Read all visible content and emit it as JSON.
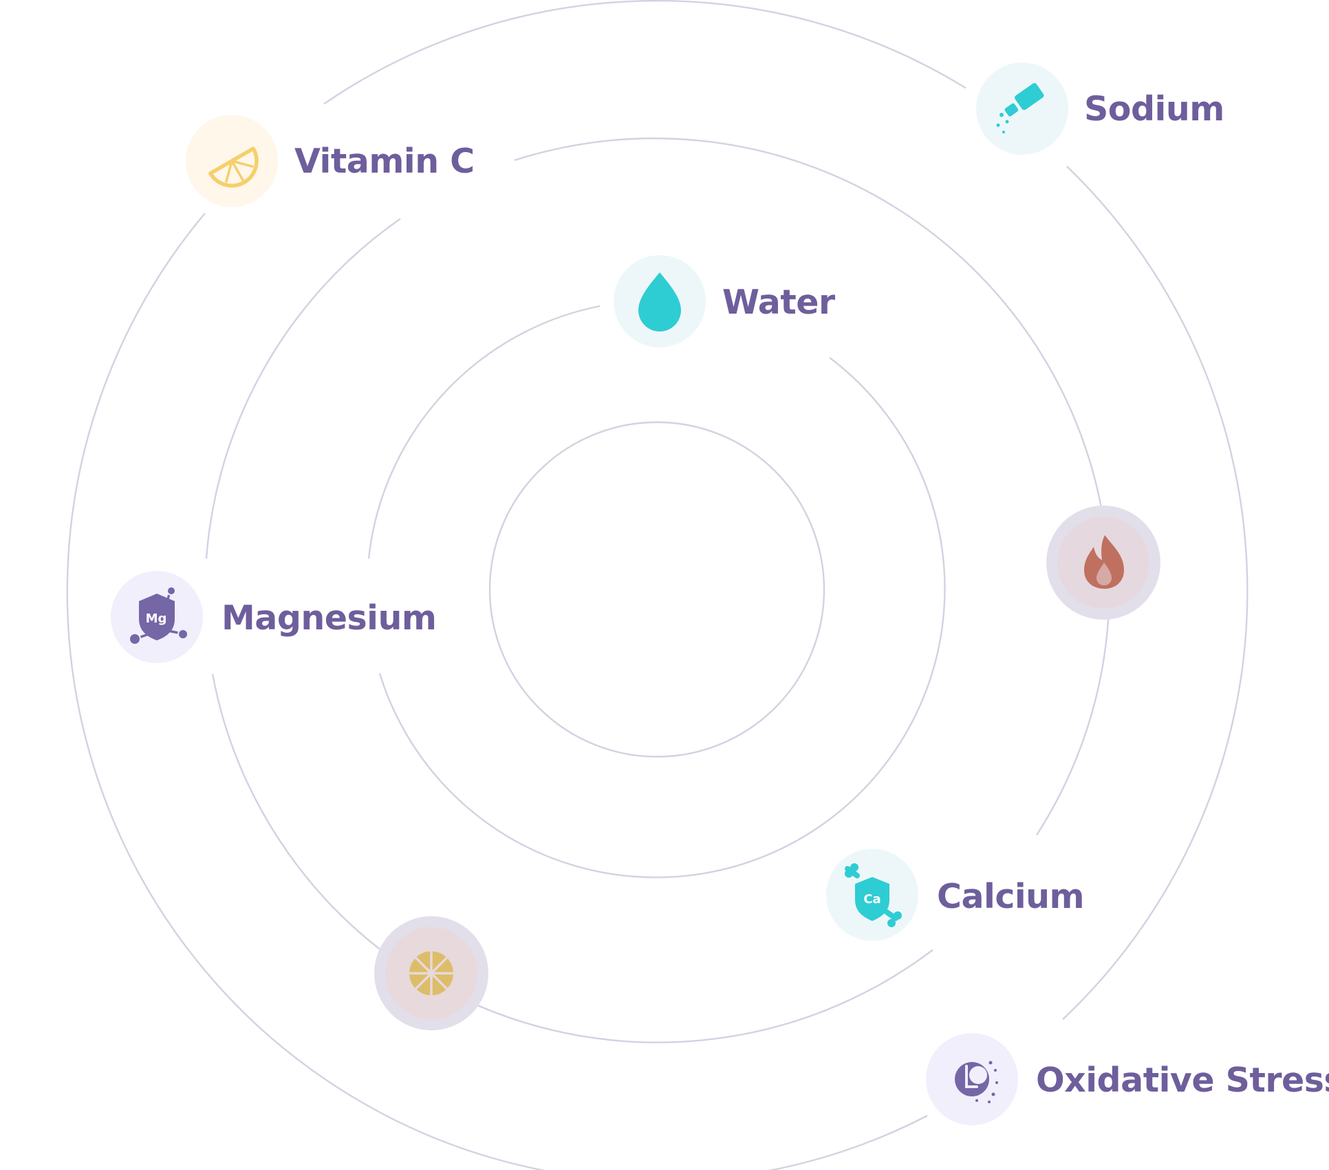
{
  "colors": {
    "ring": "#d4d1e1",
    "label": "#6e5e9c",
    "teal": "#2ecdd3",
    "purple": "#7566a6",
    "lemon": "#f5cf6b",
    "flame": "#c0705f",
    "citrus": "#ddbd6a"
  },
  "nodes": {
    "vitamin_c": {
      "label": "Vitamin C",
      "icon": "lemon-slice-icon"
    },
    "sodium": {
      "label": "Sodium",
      "icon": "salt-shaker-icon"
    },
    "water": {
      "label": "Water",
      "icon": "water-drop-icon"
    },
    "magnesium": {
      "label": "Magnesium",
      "icon": "magnesium-shield-icon",
      "icon_text": "Mg"
    },
    "calcium": {
      "label": "Calcium",
      "icon": "calcium-bone-shield-icon",
      "icon_text": "Ca"
    },
    "oxidative_stress": {
      "label": "Oxidative Stress",
      "icon": "oxidative-cell-icon"
    },
    "heat": {
      "icon": "flame-icon"
    },
    "citrus": {
      "icon": "citrus-wheel-icon"
    }
  }
}
